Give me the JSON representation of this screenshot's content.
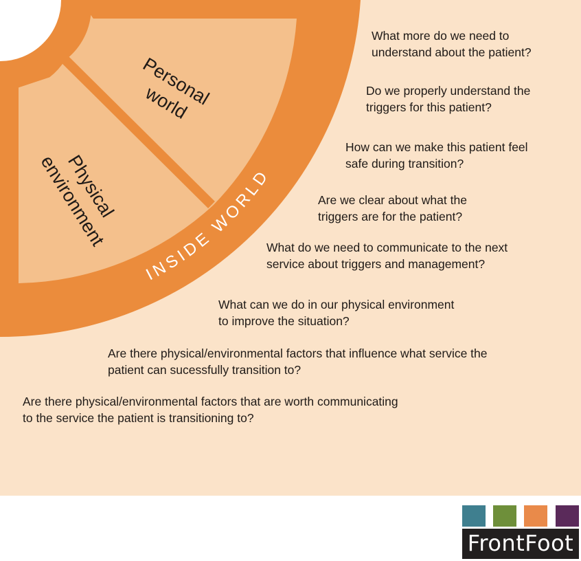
{
  "colors": {
    "panel_bg": "#fbe3c9",
    "ring": "#eb8c3c",
    "segment_fill": "#f4c08c",
    "center_circle": "#ffffff",
    "text": "#1f1a17",
    "logo_squares": [
      "#3f7f8f",
      "#6e8f3a",
      "#e98a4a",
      "#5a2a5a"
    ],
    "logo_bg": "#221f1f"
  },
  "wheel": {
    "segment_personal": "Personal world",
    "segment_physical": "Physical environment",
    "ring_label": "INSIDE WORLD"
  },
  "questions": [
    {
      "lines": [
        "What more do we need to",
        "understand about the patient?"
      ]
    },
    {
      "lines": [
        "Do we properly understand the",
        "triggers for this patient?"
      ]
    },
    {
      "lines": [
        "How can we make this patient feel",
        "safe during transition?"
      ]
    },
    {
      "lines": [
        "Are we clear about what the",
        "triggers are for the patient?"
      ]
    },
    {
      "lines": [
        "What do we need to communicate to the next",
        "service about triggers and management?"
      ]
    },
    {
      "lines": [
        "What can we do in our physical environment",
        "to improve the situation?"
      ]
    },
    {
      "lines": [
        "Are there physical/environmental factors that influence what service the",
        "patient can sucessfully transition to?"
      ]
    },
    {
      "lines": [
        "Are there physical/environmental factors that are worth communicating",
        "to the service the patient is transitioning to?"
      ]
    }
  ],
  "logo": {
    "text": "FrontFoot",
    "icon": "four-colored-squares-logo-icon"
  }
}
